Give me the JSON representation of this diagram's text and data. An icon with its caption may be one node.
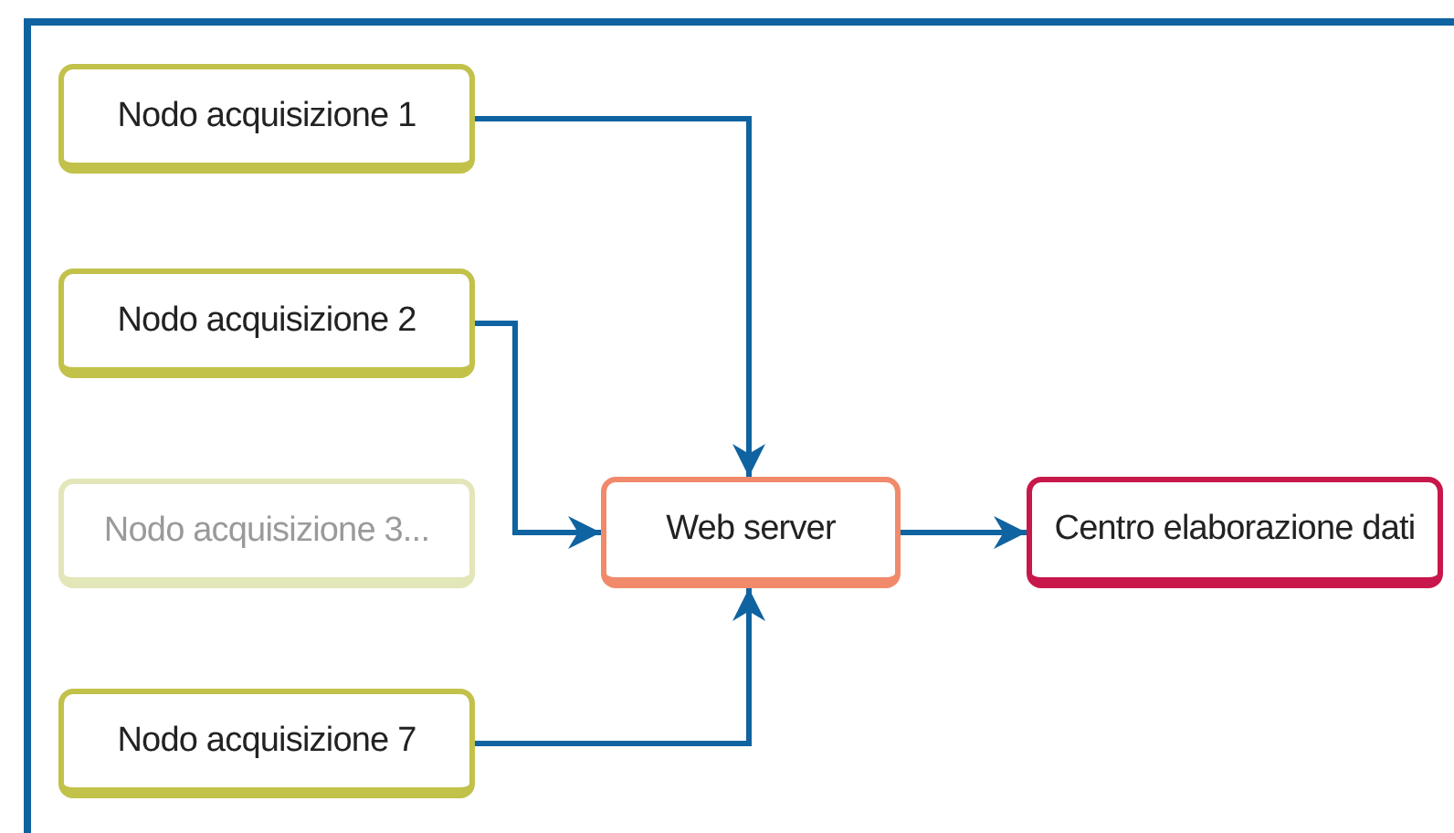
{
  "diagram": {
    "nodes": [
      {
        "text": [
          "Nodo acquisizione 1"
        ]
      },
      {
        "text": [
          "Nodo acquisizione 2"
        ]
      },
      {
        "text": [
          "Nodo acquisizione 3..."
        ]
      },
      {
        "text": [
          "Nodo acquisizione 7"
        ]
      },
      {
        "text": [
          "Web server"
        ]
      },
      {
        "text": [
          "Centro elaborazione dati"
        ]
      }
    ],
    "edges": [
      {
        "from": 0,
        "to": 4,
        "arrow": "to"
      },
      {
        "from": 1,
        "to": 4,
        "arrow": "to"
      },
      {
        "from": 3,
        "to": 4,
        "arrow": "to"
      },
      {
        "from": 4,
        "to": 5,
        "arrow": "to"
      }
    ]
  }
}
